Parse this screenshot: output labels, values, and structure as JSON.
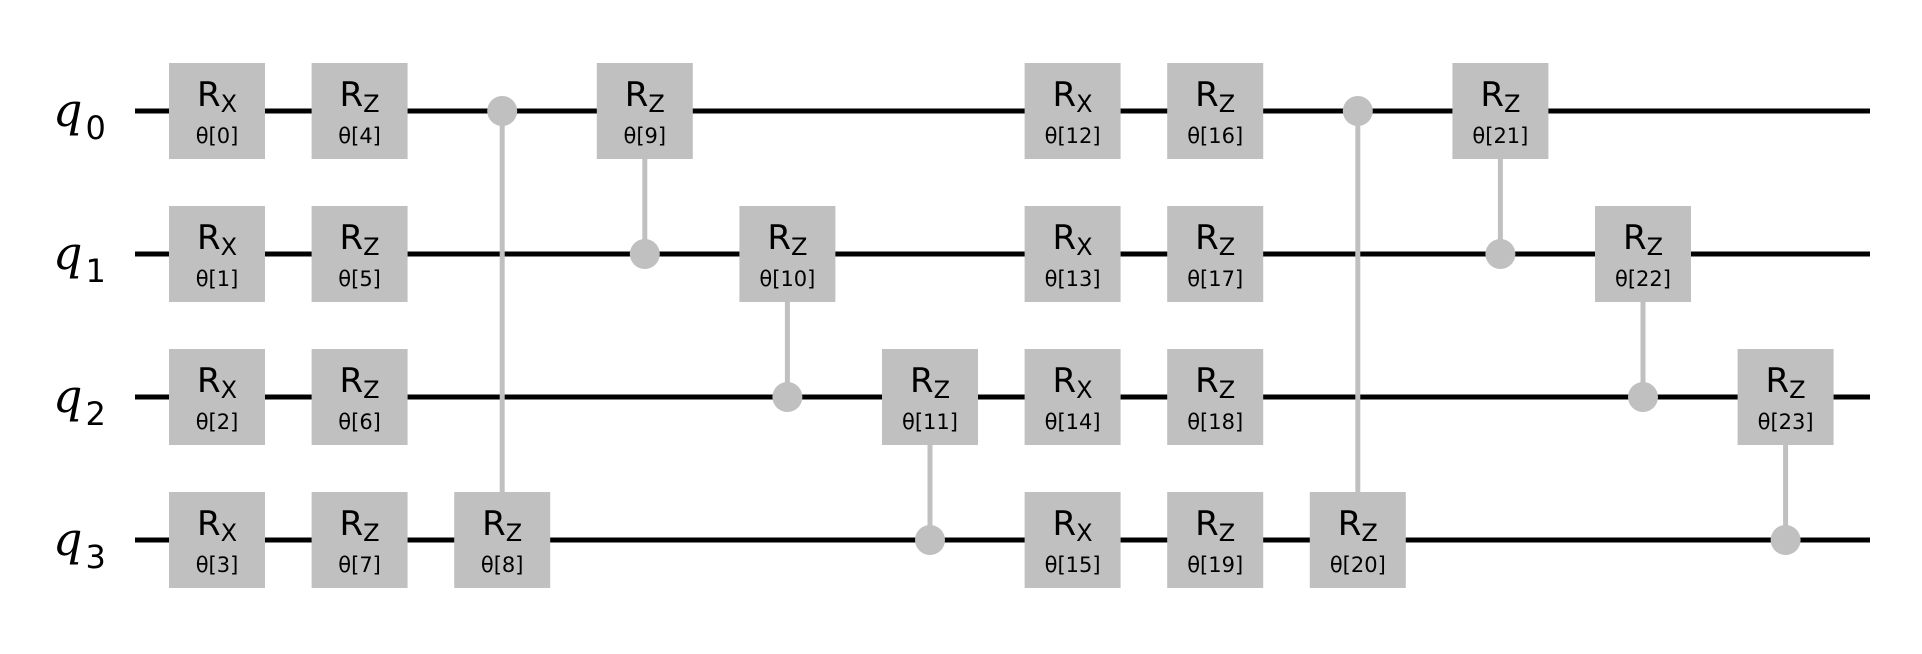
{
  "colors": {
    "wire": "#000000",
    "gate": "#c0c0c0",
    "control": "#c0c0c0",
    "text": "#000000",
    "background": "#ffffff"
  },
  "qubits": [
    {
      "label": "q",
      "index": "0"
    },
    {
      "label": "q",
      "index": "1"
    },
    {
      "label": "q",
      "index": "2"
    },
    {
      "label": "q",
      "index": "3"
    }
  ],
  "gates": [
    {
      "type": "single",
      "name": "R",
      "sub": "X",
      "param": "θ[0]",
      "qubit": 0,
      "step": 0
    },
    {
      "type": "single",
      "name": "R",
      "sub": "X",
      "param": "θ[1]",
      "qubit": 1,
      "step": 0
    },
    {
      "type": "single",
      "name": "R",
      "sub": "X",
      "param": "θ[2]",
      "qubit": 2,
      "step": 0
    },
    {
      "type": "single",
      "name": "R",
      "sub": "X",
      "param": "θ[3]",
      "qubit": 3,
      "step": 0
    },
    {
      "type": "single",
      "name": "R",
      "sub": "Z",
      "param": "θ[4]",
      "qubit": 0,
      "step": 1
    },
    {
      "type": "single",
      "name": "R",
      "sub": "Z",
      "param": "θ[5]",
      "qubit": 1,
      "step": 1
    },
    {
      "type": "single",
      "name": "R",
      "sub": "Z",
      "param": "θ[6]",
      "qubit": 2,
      "step": 1
    },
    {
      "type": "single",
      "name": "R",
      "sub": "Z",
      "param": "θ[7]",
      "qubit": 3,
      "step": 1
    },
    {
      "type": "controlled",
      "name": "R",
      "sub": "Z",
      "param": "θ[8]",
      "control": 0,
      "target": 3,
      "step": 2
    },
    {
      "type": "controlled",
      "name": "R",
      "sub": "Z",
      "param": "θ[9]",
      "control": 1,
      "target": 0,
      "step": 3
    },
    {
      "type": "controlled",
      "name": "R",
      "sub": "Z",
      "param": "θ[10]",
      "control": 2,
      "target": 1,
      "step": 4
    },
    {
      "type": "controlled",
      "name": "R",
      "sub": "Z",
      "param": "θ[11]",
      "control": 3,
      "target": 2,
      "step": 5
    },
    {
      "type": "single",
      "name": "R",
      "sub": "X",
      "param": "θ[12]",
      "qubit": 0,
      "step": 6
    },
    {
      "type": "single",
      "name": "R",
      "sub": "X",
      "param": "θ[13]",
      "qubit": 1,
      "step": 6
    },
    {
      "type": "single",
      "name": "R",
      "sub": "X",
      "param": "θ[14]",
      "qubit": 2,
      "step": 6
    },
    {
      "type": "single",
      "name": "R",
      "sub": "X",
      "param": "θ[15]",
      "qubit": 3,
      "step": 6
    },
    {
      "type": "single",
      "name": "R",
      "sub": "Z",
      "param": "θ[16]",
      "qubit": 0,
      "step": 7
    },
    {
      "type": "single",
      "name": "R",
      "sub": "Z",
      "param": "θ[17]",
      "qubit": 1,
      "step": 7
    },
    {
      "type": "single",
      "name": "R",
      "sub": "Z",
      "param": "θ[18]",
      "qubit": 2,
      "step": 7
    },
    {
      "type": "single",
      "name": "R",
      "sub": "Z",
      "param": "θ[19]",
      "qubit": 3,
      "step": 7
    },
    {
      "type": "controlled",
      "name": "R",
      "sub": "Z",
      "param": "θ[20]",
      "control": 0,
      "target": 3,
      "step": 8
    },
    {
      "type": "controlled",
      "name": "R",
      "sub": "Z",
      "param": "θ[21]",
      "control": 1,
      "target": 0,
      "step": 9
    },
    {
      "type": "controlled",
      "name": "R",
      "sub": "Z",
      "param": "θ[22]",
      "control": 2,
      "target": 1,
      "step": 10
    },
    {
      "type": "controlled",
      "name": "R",
      "sub": "Z",
      "param": "θ[23]",
      "control": 3,
      "target": 2,
      "step": 11
    }
  ]
}
